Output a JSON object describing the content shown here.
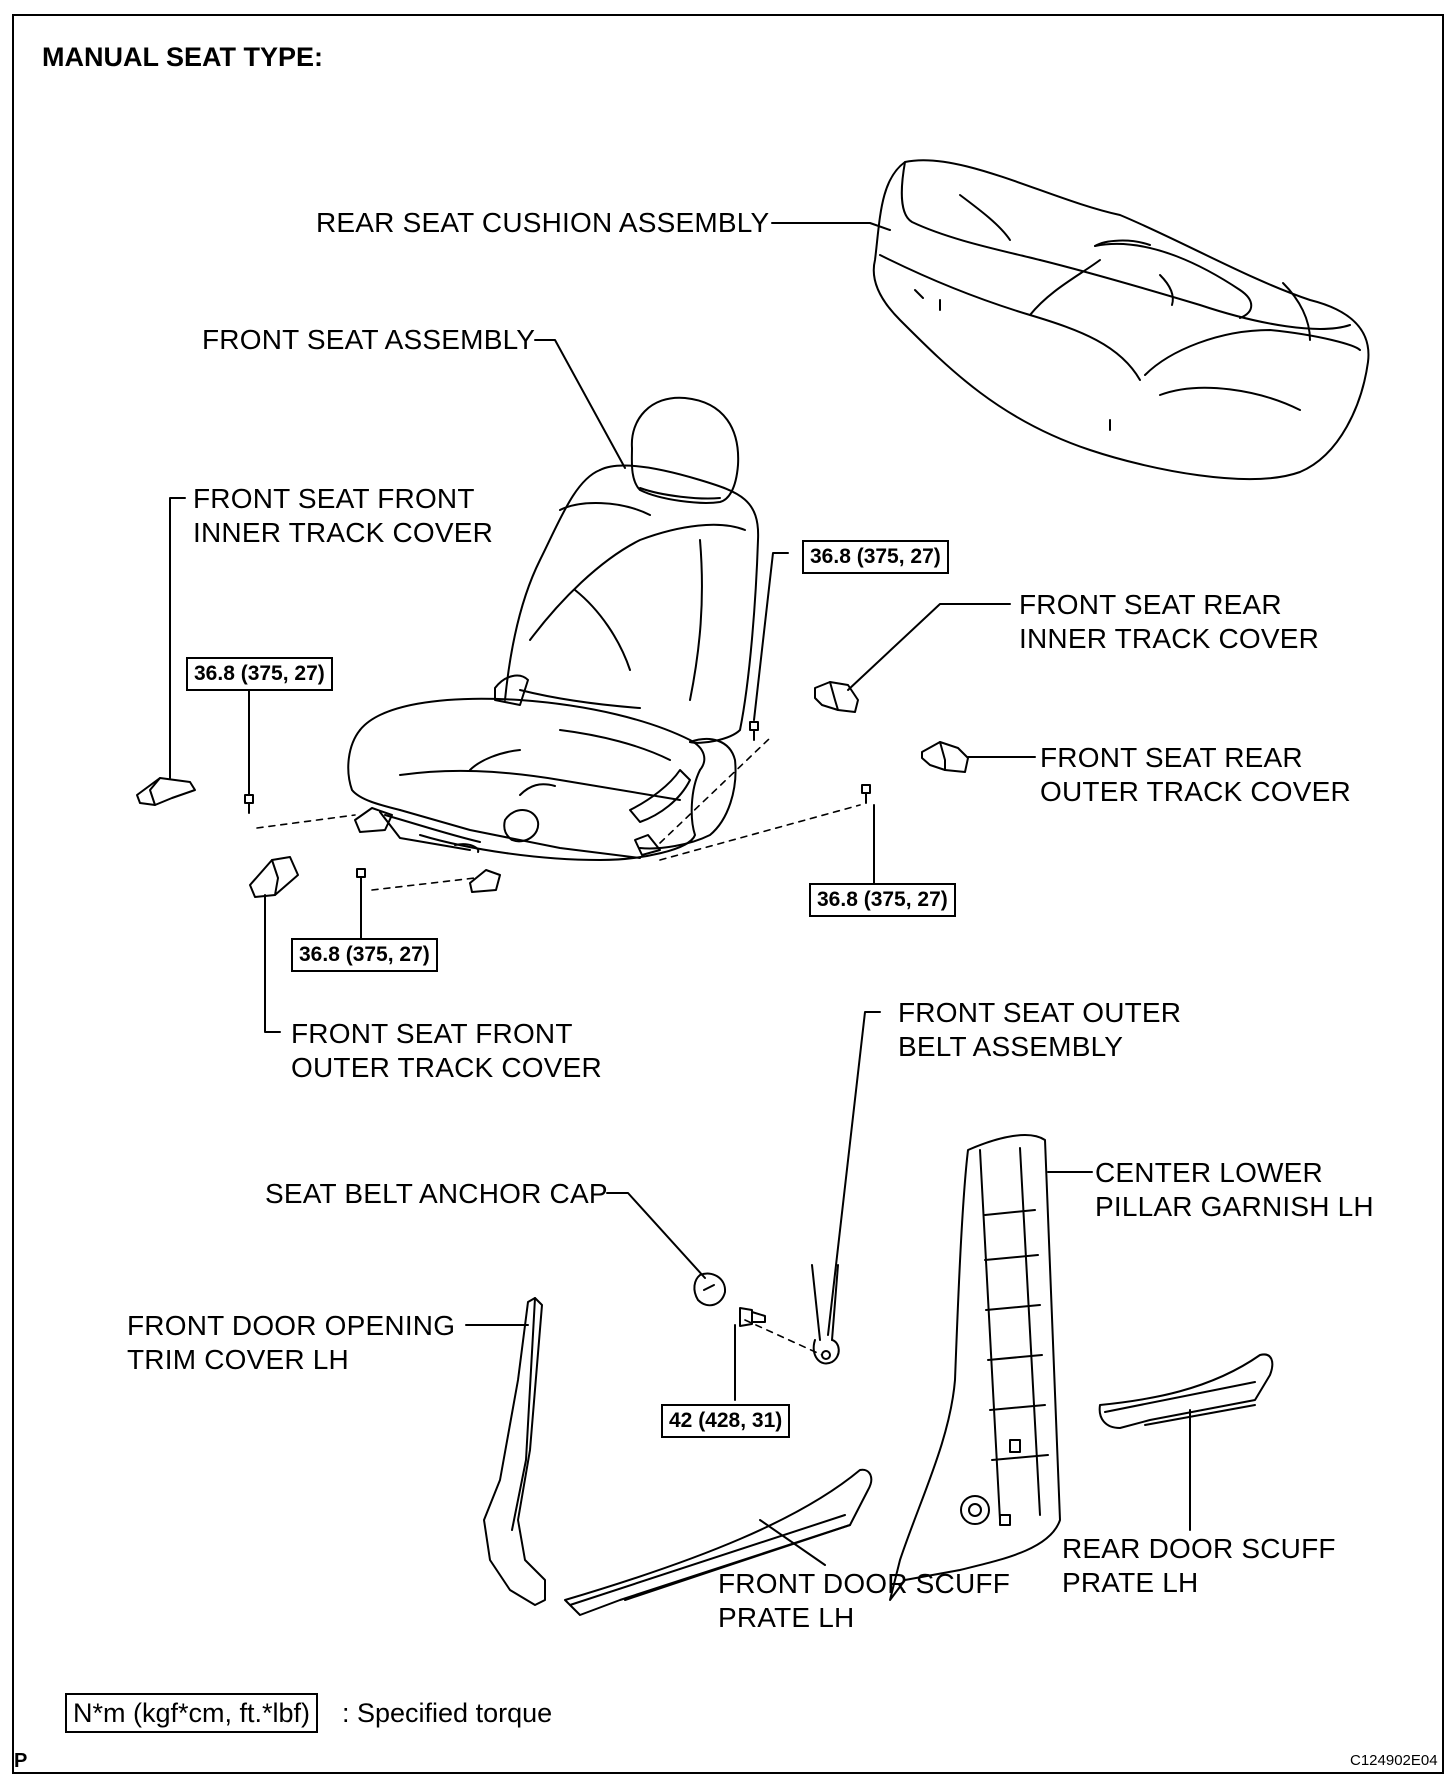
{
  "title": "MANUAL SEAT TYPE:",
  "labels": {
    "rear_seat_cushion": "REAR SEAT CUSHION ASSEMBLY",
    "front_seat_assembly": "FRONT SEAT ASSEMBLY",
    "front_inner_track_cover_1": "FRONT SEAT FRONT",
    "front_inner_track_cover_2": "INNER TRACK COVER",
    "rear_inner_track_cover_1": "FRONT SEAT REAR",
    "rear_inner_track_cover_2": "INNER TRACK COVER",
    "rear_outer_track_cover_1": "FRONT SEAT REAR",
    "rear_outer_track_cover_2": "OUTER TRACK COVER",
    "front_outer_track_cover_1": "FRONT SEAT FRONT",
    "front_outer_track_cover_2": "OUTER TRACK COVER",
    "outer_belt_1": "FRONT SEAT OUTER",
    "outer_belt_2": "BELT ASSEMBLY",
    "anchor_cap": "SEAT BELT ANCHOR CAP",
    "pillar_garnish_1": "CENTER LOWER",
    "pillar_garnish_2": "PILLAR GARNISH LH",
    "opening_trim_1": "FRONT DOOR OPENING",
    "opening_trim_2": "TRIM COVER LH",
    "rear_scuff_1": "REAR DOOR SCUFF",
    "rear_scuff_2": "PRATE LH",
    "front_scuff_1": "FRONT DOOR SCUFF",
    "front_scuff_2": "PRATE LH"
  },
  "torques": {
    "top_right": "36.8 (375, 27)",
    "left": "36.8 (375, 27)",
    "bottom_left": "36.8 (375, 27)",
    "bottom_right": "36.8 (375, 27)",
    "belt_anchor": "42 (428, 31)"
  },
  "legend": {
    "box": "N*m (kgf*cm, ft.*lbf)",
    "text": ": Specified torque"
  },
  "footer": {
    "p_mark": "P",
    "figure_code": "C124902E04"
  }
}
